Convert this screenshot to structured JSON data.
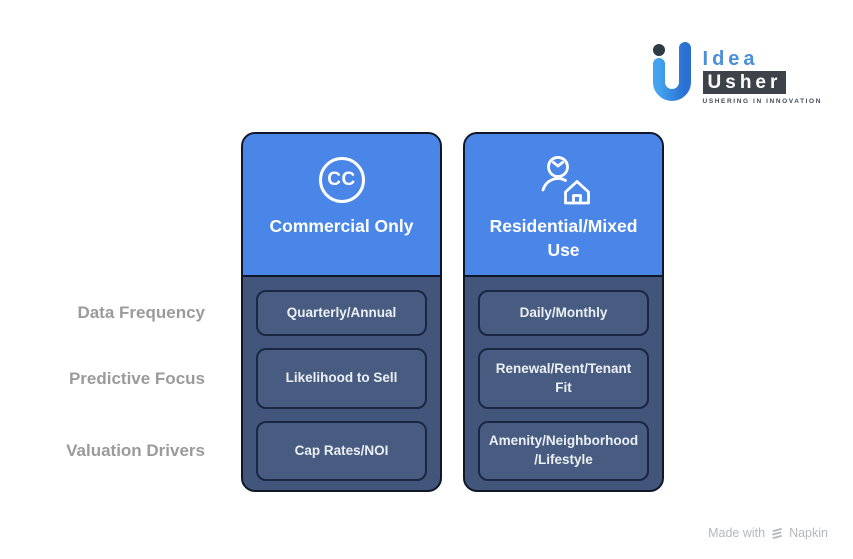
{
  "logo": {
    "brand_top": "Idea",
    "brand_bottom": "Usher",
    "tagline": "USHERING IN INNOVATION"
  },
  "table": {
    "row_labels": [
      "Data Frequency",
      "Predictive Focus",
      "Valuation Drivers"
    ],
    "columns": [
      {
        "title": "Commercial Only",
        "icon": "cc-icon",
        "icon_text": "CC",
        "cells": [
          "Quarterly/Annual",
          "Likelihood to Sell",
          "Cap Rates/NOI"
        ]
      },
      {
        "title": "Residential/Mixed Use",
        "icon": "person-house-icon",
        "cells": [
          "Daily/Monthly",
          "Renewal/Rent/Tenant Fit",
          "Amenity/Neighborhood/Lifestyle"
        ]
      }
    ]
  },
  "footer": {
    "made_with": "Made with",
    "brand": "Napkin"
  },
  "colors": {
    "header_blue": "#4a86e8",
    "card_body_slate": "#41567a",
    "cell_fill": "#475c80",
    "cell_border": "#1b2742",
    "card_border": "#101828",
    "row_label_gray": "#9b9b9b",
    "logo_blue": "#4a90d9",
    "logo_dark_box": "#3d4348",
    "footer_gray": "#b5b8ba",
    "white": "#ffffff"
  }
}
